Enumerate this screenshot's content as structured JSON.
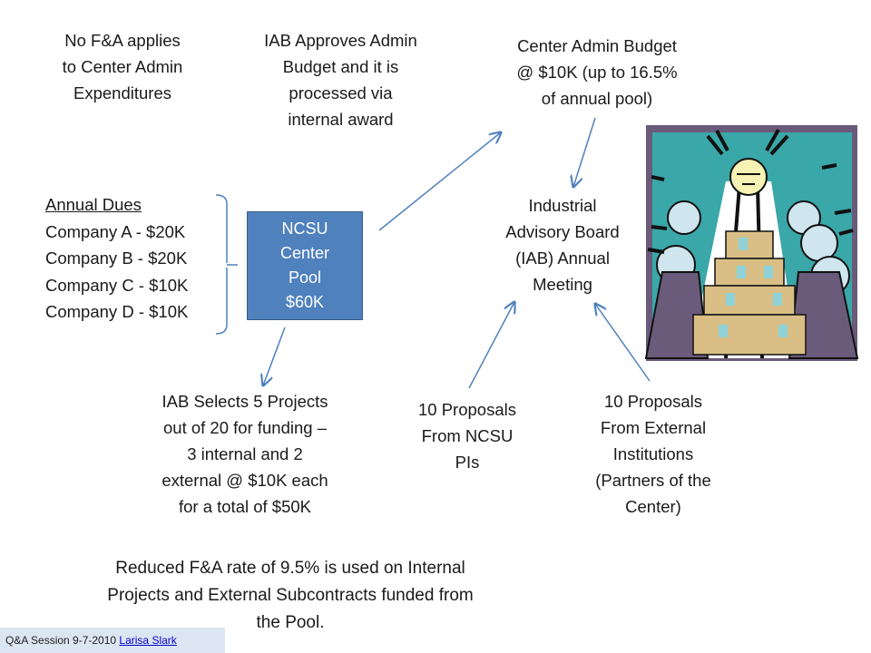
{
  "notes": {
    "no_fa": "No F&A applies\nto Center Admin\nExpenditures",
    "iab_approves": "IAB Approves Admin\nBudget and it is\nprocessed via\ninternal award",
    "center_admin": "Center Admin Budget\n@ $10K (up to 16.5%\nof annual pool)",
    "iab_meeting": "Industrial\nAdvisory Board\n(IAB) Annual\nMeeting",
    "iab_selects": "IAB Selects 5 Projects\nout of 20  for funding –\n3 internal and 2\nexternal @ $10K each\nfor a total of $50K",
    "proposals_ncsu": "10 Proposals\nFrom NCSU\nPIs",
    "proposals_external": "10 Proposals\nFrom External\nInstitutions\n(Partners of the\nCenter)",
    "reduced_fa": "Reduced F&A rate of 9.5% is used on Internal\nProjects and External Subcontracts funded from\nthe Pool."
  },
  "dues": {
    "heading": "Annual Dues",
    "items": [
      "Company A - $20K",
      "Company B - $20K",
      "Company C - $10K",
      "Company D - $10K"
    ]
  },
  "pool": {
    "lines": [
      "NCSU",
      "Center",
      "Pool",
      "$60K"
    ]
  },
  "footer": {
    "session": "Q&A Session 9-7-2010",
    "author": "Larisa Slark"
  },
  "colors": {
    "pool_fill": "#4f81bd",
    "arrow": "#4f81bd",
    "clipart_bg": "#6b5b7b",
    "clipart_teal": "#3aa7a9",
    "footer_bg": "#dce6f2"
  },
  "icons": {
    "clipart": "board-meeting-clipart"
  }
}
